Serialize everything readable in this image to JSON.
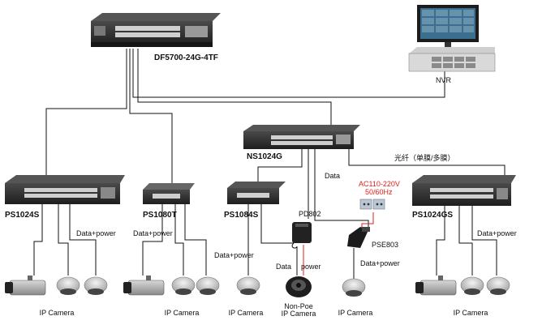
{
  "colors": {
    "cable": "#111111",
    "power_line": "#e0201b",
    "switch_body": "#2b2b2b",
    "label_red": "#e0201b"
  },
  "devices": {
    "core_switch": {
      "label": "DF5700-24G-4TF"
    },
    "nvr": {
      "label": "NVR"
    },
    "aggregation_switch": {
      "label": "NS1024G"
    },
    "ps1024s": {
      "label": "PS1024S"
    },
    "ps1080t": {
      "label": "PS1080T"
    },
    "ps1084s": {
      "label": "PS1084S"
    },
    "ps1024gs": {
      "label": "PS1024GS"
    },
    "pd802": {
      "label": "PD802"
    },
    "pse803": {
      "label": "PSE803"
    }
  },
  "link_labels": {
    "fiber": "光纤（单膜/多膜）",
    "data": "Data",
    "ac_power_line1": "AC110-220V",
    "ac_power_line2": "50/60Hz",
    "data_power_ps1024s": "Data+power",
    "data_power_ps1080t": "Data+power",
    "data_power_ps1084s": "Data+power",
    "data_power_pse803": "Data+power",
    "data_power_ps1024gs": "Data+power",
    "pd_data": "Data",
    "pd_power": "power"
  },
  "cameras": {
    "group1": "IP Camera",
    "group2": "IP Camera",
    "group3": "IP Camera",
    "non_poe_line1": "Non-Poe",
    "non_poe_line2": "IP Camera",
    "group5": "IP Camera",
    "group6": "IP Camera"
  }
}
